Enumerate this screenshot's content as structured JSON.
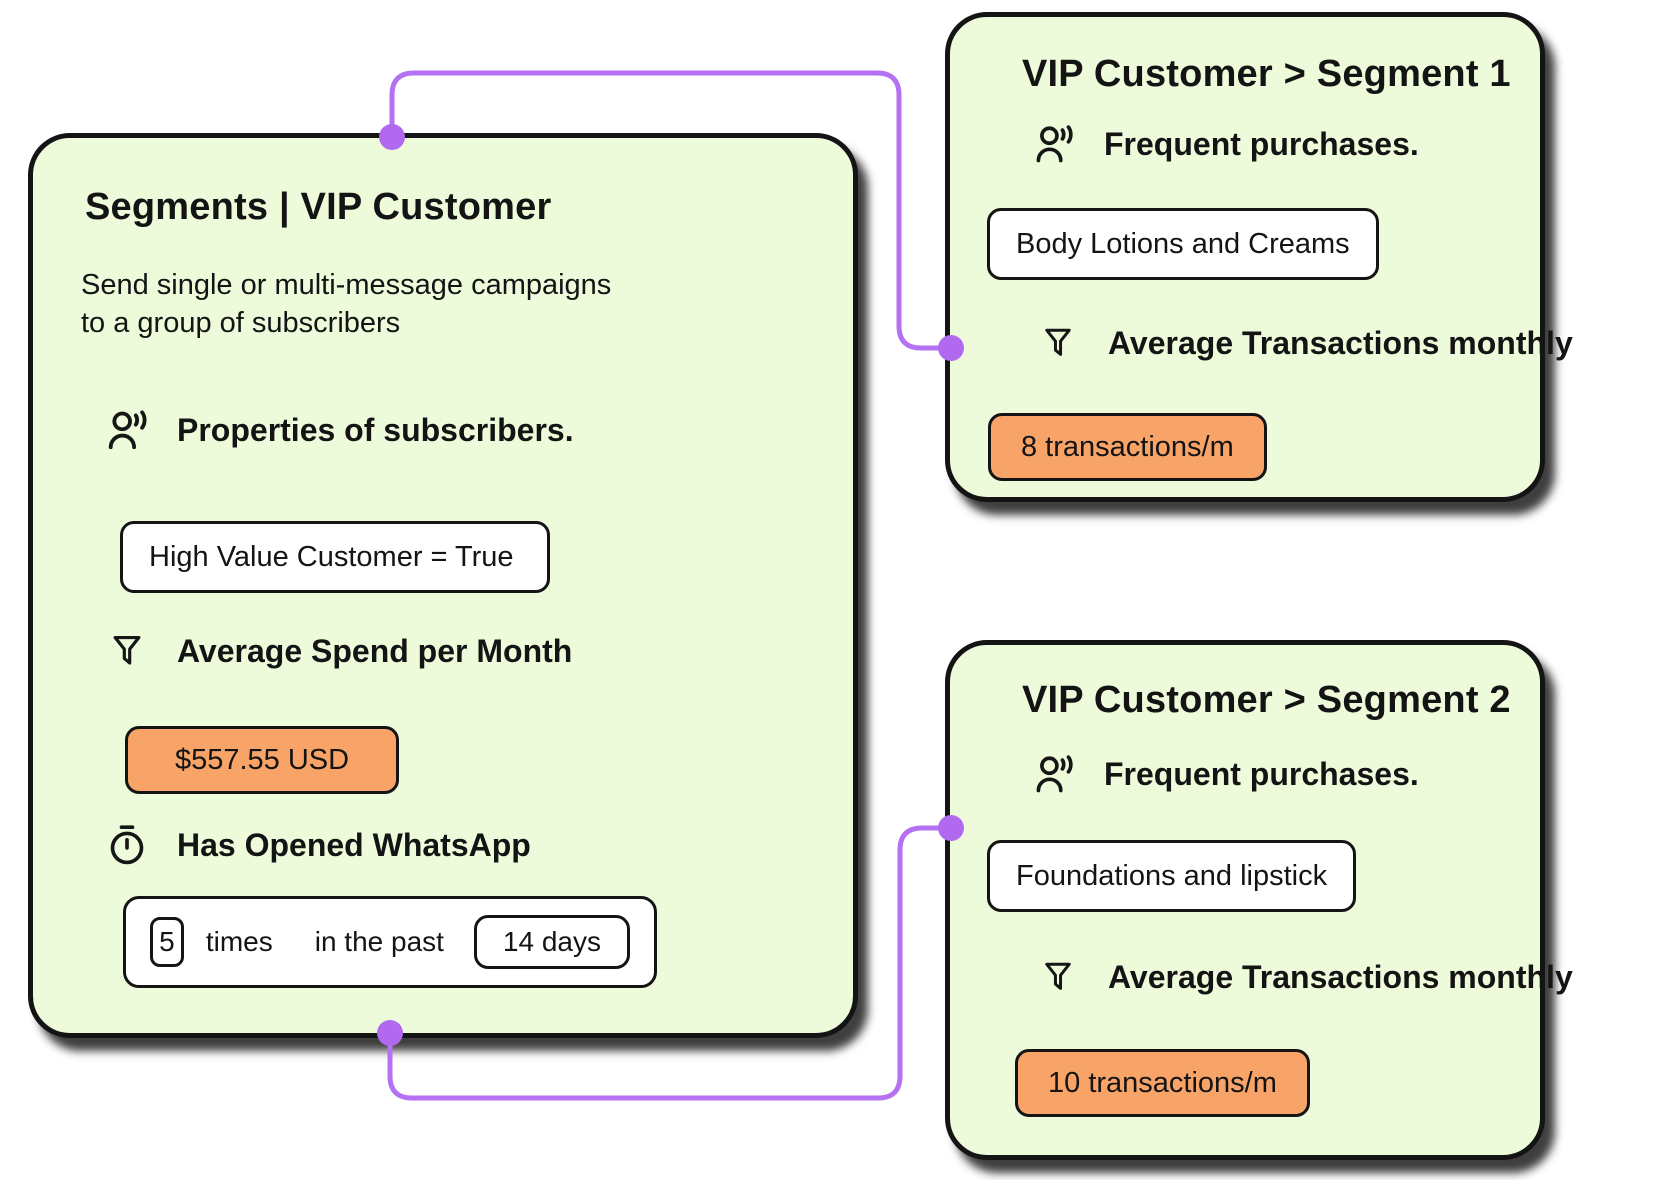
{
  "canvas": {
    "colors": {
      "bg": "#ffffff",
      "card_bg": "#edfbdb",
      "card_border": "#141414",
      "box_bg": "#ffffff",
      "chip_bg": "#f8a468",
      "connector_purple": "#b472f2",
      "text": "#141414"
    }
  },
  "left_card": {
    "title": "Segments | VIP Customer",
    "description": [
      "Send single or multi-message campaigns",
      "to a group of subscribers"
    ],
    "property_row": {
      "icon": "user-voice-icon",
      "label": "Properties of subscribers."
    },
    "property_value": "High Value Customer = True",
    "spend_row": {
      "icon": "funnel-icon",
      "label": "Average Spend per Month"
    },
    "spend_value": "$557.55 USD",
    "whatsapp_row": {
      "icon": "timer-icon",
      "label": "Has Opened WhatsApp"
    },
    "frequency": {
      "count": "5",
      "count_unit": "times",
      "connector_text": "in the past",
      "window": "14 days"
    }
  },
  "segment1_card": {
    "title": "VIP Customer > Segment 1",
    "purchases_row": {
      "icon": "user-voice-icon",
      "label": "Frequent purchases."
    },
    "purchases_value": "Body Lotions and Creams",
    "transactions_row": {
      "icon": "funnel-icon",
      "label": "Average Transactions monthly"
    },
    "transactions_value": "8 transactions/m"
  },
  "segment2_card": {
    "title": "VIP Customer > Segment 2",
    "purchases_row": {
      "icon": "user-voice-icon",
      "label": "Frequent purchases."
    },
    "purchases_value": "Foundations and lipstick",
    "transactions_row": {
      "icon": "funnel-icon",
      "label": "Average Transactions monthly"
    },
    "transactions_value": "10 transactions/m"
  }
}
